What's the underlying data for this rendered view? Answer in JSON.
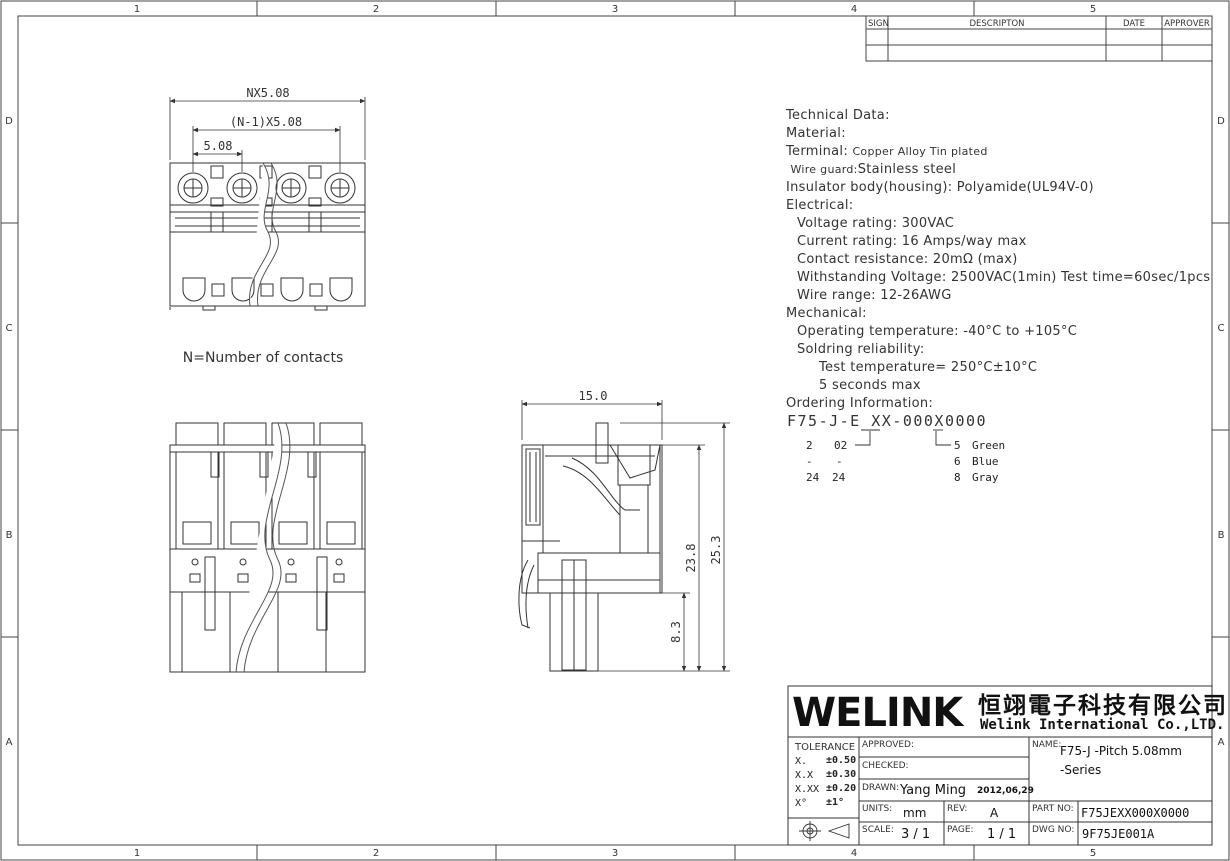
{
  "frame": {
    "columns": [
      "1",
      "2",
      "3",
      "4",
      "5"
    ],
    "rows": [
      "D",
      "C",
      "B",
      "A"
    ]
  },
  "revision_table": {
    "headers": [
      "SIGN",
      "DESCRIPTON",
      "DATE",
      "APPROVER"
    ]
  },
  "dimensions": {
    "nx": "NX5.08",
    "n_minus_1": "(N-1)X5.08",
    "pitch": "5.08",
    "width": "15.0",
    "height_1": "23.8",
    "height_2": "25.3",
    "pin": "8.3"
  },
  "note": "N=Number of contacts",
  "technical": {
    "title": "Technical Data:",
    "material": "Material:",
    "terminal_label": "Terminal: ",
    "terminal_value": "Copper Alloy Tin plated",
    "wire_guard_label": "Wire guard:",
    "wire_guard_value": "Stainless steel",
    "insulator": "Insulator body(housing): Polyamide(UL94V-0)",
    "electrical": "Electrical:",
    "voltage": "Voltage rating: 300VAC",
    "current": "Current rating: 16 Amps/way max",
    "contact": "Contact resistance: 20mΩ (max)",
    "withstand": "Withstanding Voltage: 2500VAC(1min) Test time=60sec/1pcs",
    "wire_range": "Wire range: 12-26AWG",
    "mechanical": "Mechanical:",
    "op_temp": "Operating temperature: -40°C to +105°C",
    "soldering": "Soldring reliability:",
    "test_temp": "Test temperature= 250°C±10°C",
    "seconds": "5 seconds max",
    "ordering": "Ordering Information:",
    "part_code": "F75-J-E XX-000X0000",
    "count_min_a": "2",
    "count_min_b": "02",
    "dash_a": "-",
    "dash_b": "-",
    "count_max_a": "24",
    "count_max_b": "24",
    "color_code_1": "5",
    "color_1": "Green",
    "color_code_2": "6",
    "color_2": "Blue",
    "color_code_3": "8",
    "color_3": "Gray"
  },
  "title_block": {
    "logo": "WELINK",
    "company_cn": "恒翊電子科技有限公司",
    "company_en": "Welink International Co.,LTD.",
    "tolerance_title": "TOLERANCE",
    "tol": [
      {
        "k": "X.",
        "v": "±0.50"
      },
      {
        "k": "X.X",
        "v": "±0.30"
      },
      {
        "k": "X.XX",
        "v": "±0.20"
      },
      {
        "k": "X°",
        "v": "±1°"
      }
    ],
    "approved_label": "APPROVED:",
    "checked_label": "CHECKED:",
    "drawn_label": "DRAWN:",
    "drawn_by": "Yang Ming",
    "drawn_date": "2012,06,29",
    "units_label": "UNITS:",
    "units": "mm",
    "rev_label": "REV:",
    "rev": "A",
    "scale_label": "SCALE:",
    "scale": "3 / 1",
    "page_label": "PAGE:",
    "page": "1 / 1",
    "name_label": "NAME:",
    "name_line1": "F75-J -Pitch 5.08mm",
    "name_line2": "-Series",
    "part_no_label": "PART NO:",
    "part_no": "F75JEXX000X0000",
    "dwg_no_label": "DWG NO:",
    "dwg_no": "9F75JE001A"
  }
}
